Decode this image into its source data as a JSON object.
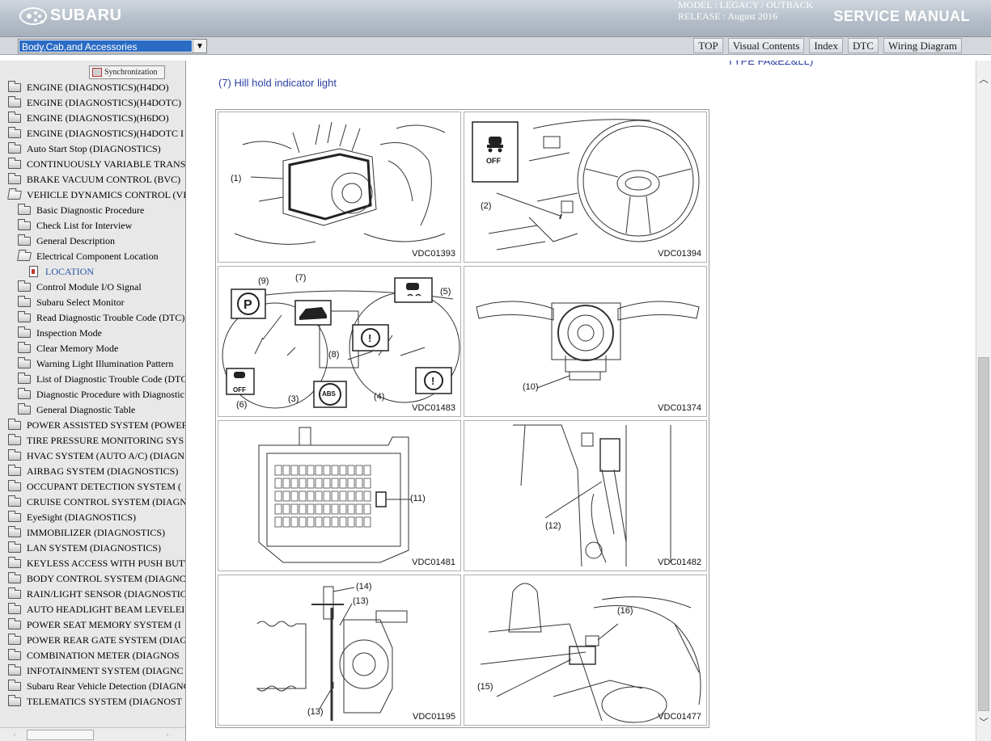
{
  "header": {
    "logo_text": "SUBARU",
    "model_line": "MODEL : LEGACY / OUTBACK",
    "release_line": "RELEASE : August 2016",
    "title": "SERVICE MANUAL"
  },
  "navbar": {
    "section_select": "Body,Cab,and Accessories",
    "buttons": [
      "TOP",
      "Visual Contents",
      "Index",
      "DTC",
      "Wiring Diagram"
    ]
  },
  "sidebar": {
    "sync_label": "Synchronization",
    "items": [
      {
        "label": "ENGINE (DIAGNOSTICS)(H4DO)",
        "level": 0
      },
      {
        "label": "ENGINE (DIAGNOSTICS)(H4DOTC)",
        "level": 0
      },
      {
        "label": "ENGINE (DIAGNOSTICS)(H6DO)",
        "level": 0
      },
      {
        "label": "ENGINE (DIAGNOSTICS)(H4DOTC I",
        "level": 0
      },
      {
        "label": "Auto Start Stop (DIAGNOSTICS)",
        "level": 0
      },
      {
        "label": "CONTINUOUSLY VARIABLE TRANS",
        "level": 0
      },
      {
        "label": "BRAKE VACUUM CONTROL (BVC)",
        "level": 0
      },
      {
        "label": "VEHICLE DYNAMICS CONTROL (VI",
        "level": 0,
        "open": true
      },
      {
        "label": "Basic Diagnostic Procedure",
        "level": 1
      },
      {
        "label": "Check List for Interview",
        "level": 1
      },
      {
        "label": "General Description",
        "level": 1
      },
      {
        "label": "Electrical Component Location",
        "level": 1,
        "open": true
      },
      {
        "label": "LOCATION",
        "level": 2
      },
      {
        "label": "Control Module I/O Signal",
        "level": 1
      },
      {
        "label": "Subaru Select Monitor",
        "level": 1
      },
      {
        "label": "Read Diagnostic Trouble Code (DTC)",
        "level": 1
      },
      {
        "label": "Inspection Mode",
        "level": 1
      },
      {
        "label": "Clear Memory Mode",
        "level": 1
      },
      {
        "label": "Warning Light Illumination Pattern",
        "level": 1
      },
      {
        "label": "List of Diagnostic Trouble Code (DTC",
        "level": 1
      },
      {
        "label": "Diagnostic Procedure with Diagnostic",
        "level": 1
      },
      {
        "label": "General Diagnostic Table",
        "level": 1
      },
      {
        "label": "POWER ASSISTED SYSTEM (POWER",
        "level": 0
      },
      {
        "label": "TIRE PRESSURE MONITORING SYS",
        "level": 0
      },
      {
        "label": "HVAC SYSTEM (AUTO A/C) (DIAGN",
        "level": 0
      },
      {
        "label": "AIRBAG SYSTEM (DIAGNOSTICS)",
        "level": 0
      },
      {
        "label": "OCCUPANT DETECTION SYSTEM (",
        "level": 0
      },
      {
        "label": "CRUISE CONTROL SYSTEM (DIAGN",
        "level": 0
      },
      {
        "label": "EyeSight (DIAGNOSTICS)",
        "level": 0
      },
      {
        "label": "IMMOBILIZER (DIAGNOSTICS)",
        "level": 0
      },
      {
        "label": "LAN SYSTEM (DIAGNOSTICS)",
        "level": 0
      },
      {
        "label": "KEYLESS ACCESS WITH PUSH BUTT",
        "level": 0
      },
      {
        "label": "BODY CONTROL SYSTEM (DIAGNC",
        "level": 0
      },
      {
        "label": "RAIN/LIGHT SENSOR (DIAGNOSTIC",
        "level": 0
      },
      {
        "label": "AUTO HEADLIGHT BEAM LEVELEI",
        "level": 0
      },
      {
        "label": "POWER SEAT MEMORY SYSTEM (I",
        "level": 0
      },
      {
        "label": "POWER REAR GATE SYSTEM (DIAG",
        "level": 0
      },
      {
        "label": "COMBINATION METER (DIAGNOS",
        "level": 0
      },
      {
        "label": "INFOTAINMENT SYSTEM (DIAGNC",
        "level": 0
      },
      {
        "label": "Subaru Rear Vehicle Detection (DIAGNC",
        "level": 0
      },
      {
        "label": "TELEMATICS SYSTEM (DIAGNOST",
        "level": 0
      }
    ]
  },
  "content": {
    "top_cut_text": "TYPE FA&EZ&LL)",
    "heading_number": "(7)",
    "heading_text": "Hill hold indicator light",
    "figures": [
      {
        "code": "VDC01393",
        "callouts": [
          "(1)"
        ]
      },
      {
        "code": "VDC01394",
        "callouts": [
          "(2)"
        ],
        "icon_text": "OFF"
      },
      {
        "code": "VDC01483",
        "callouts": [
          "(9)",
          "(7)",
          "(5)",
          "(8)",
          "(6)",
          "(3)",
          "(4)"
        ],
        "icon_texts": [
          "OFF",
          "ABS"
        ]
      },
      {
        "code": "VDC01374",
        "callouts": [
          "(10)"
        ]
      },
      {
        "code": "VDC01481",
        "callouts": [
          "(11)"
        ]
      },
      {
        "code": "VDC01482",
        "callouts": [
          "(12)"
        ]
      },
      {
        "code": "VDC01195",
        "callouts": [
          "(14)",
          "(13)",
          "(13)"
        ]
      },
      {
        "code": "VDC01477",
        "callouts": [
          "(16)",
          "(15)"
        ]
      }
    ]
  }
}
